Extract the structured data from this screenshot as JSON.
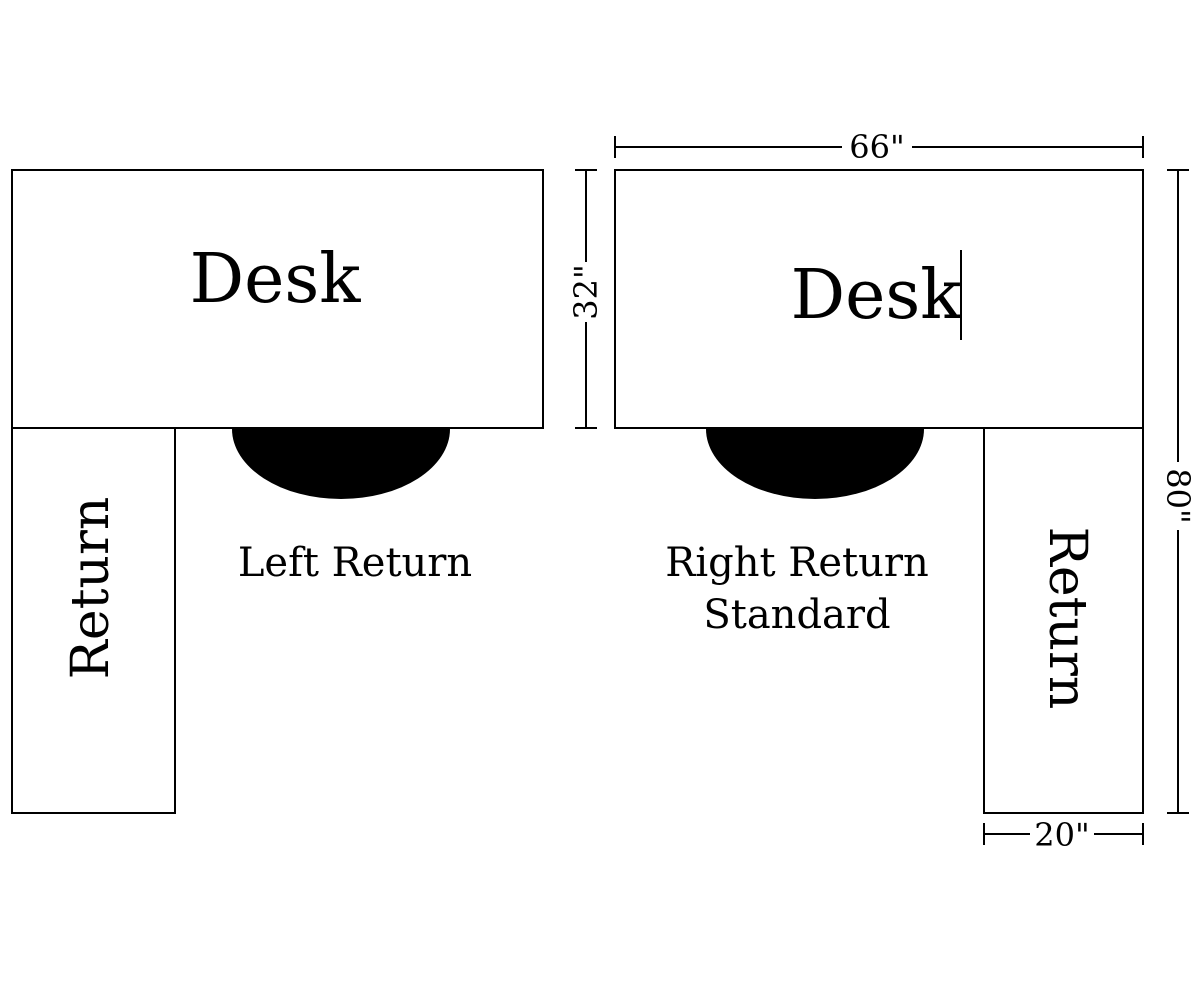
{
  "left_layout": {
    "desk_label": "Desk",
    "return_label": "Return",
    "caption": "Left Return"
  },
  "right_layout": {
    "desk_label": "Desk",
    "return_label": "Return",
    "caption_line1": "Right Return",
    "caption_line2": "Standard"
  },
  "dimensions": {
    "desk_width": "66\"",
    "desk_depth": "32\"",
    "overall_depth": "80\"",
    "return_width": "20\""
  },
  "colors": {
    "stroke": "#000000",
    "background": "#ffffff"
  }
}
